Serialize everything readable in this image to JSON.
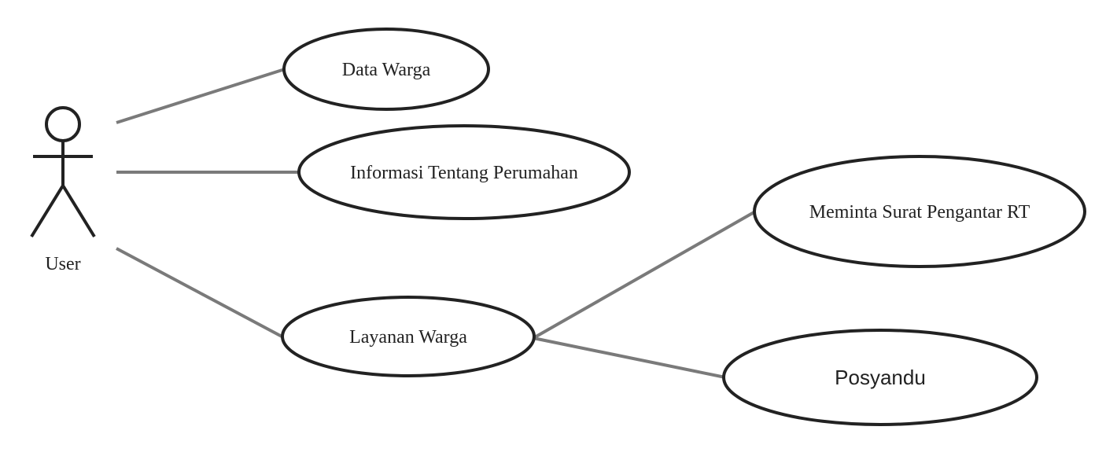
{
  "diagram": {
    "type": "uml-use-case",
    "actor": {
      "label": "User"
    },
    "use_cases": {
      "data_warga": "Data Warga",
      "informasi_perumahan": "Informasi Tentang Perumahan",
      "layanan_warga": "Layanan Warga",
      "surat_pengantar": "Meminta Surat Pengantar RT",
      "posyandu": "Posyandu"
    },
    "associations": [
      {
        "from": "User",
        "to": "Data Warga"
      },
      {
        "from": "User",
        "to": "Informasi Tentang Perumahan"
      },
      {
        "from": "User",
        "to": "Layanan Warga"
      },
      {
        "from": "Layanan Warga",
        "to": "Meminta Surat Pengantar RT"
      },
      {
        "from": "Layanan Warga",
        "to": "Posyandu"
      }
    ]
  },
  "colors": {
    "outline": "#222222",
    "association_line": "#7a7a7a",
    "background": "#ffffff"
  }
}
